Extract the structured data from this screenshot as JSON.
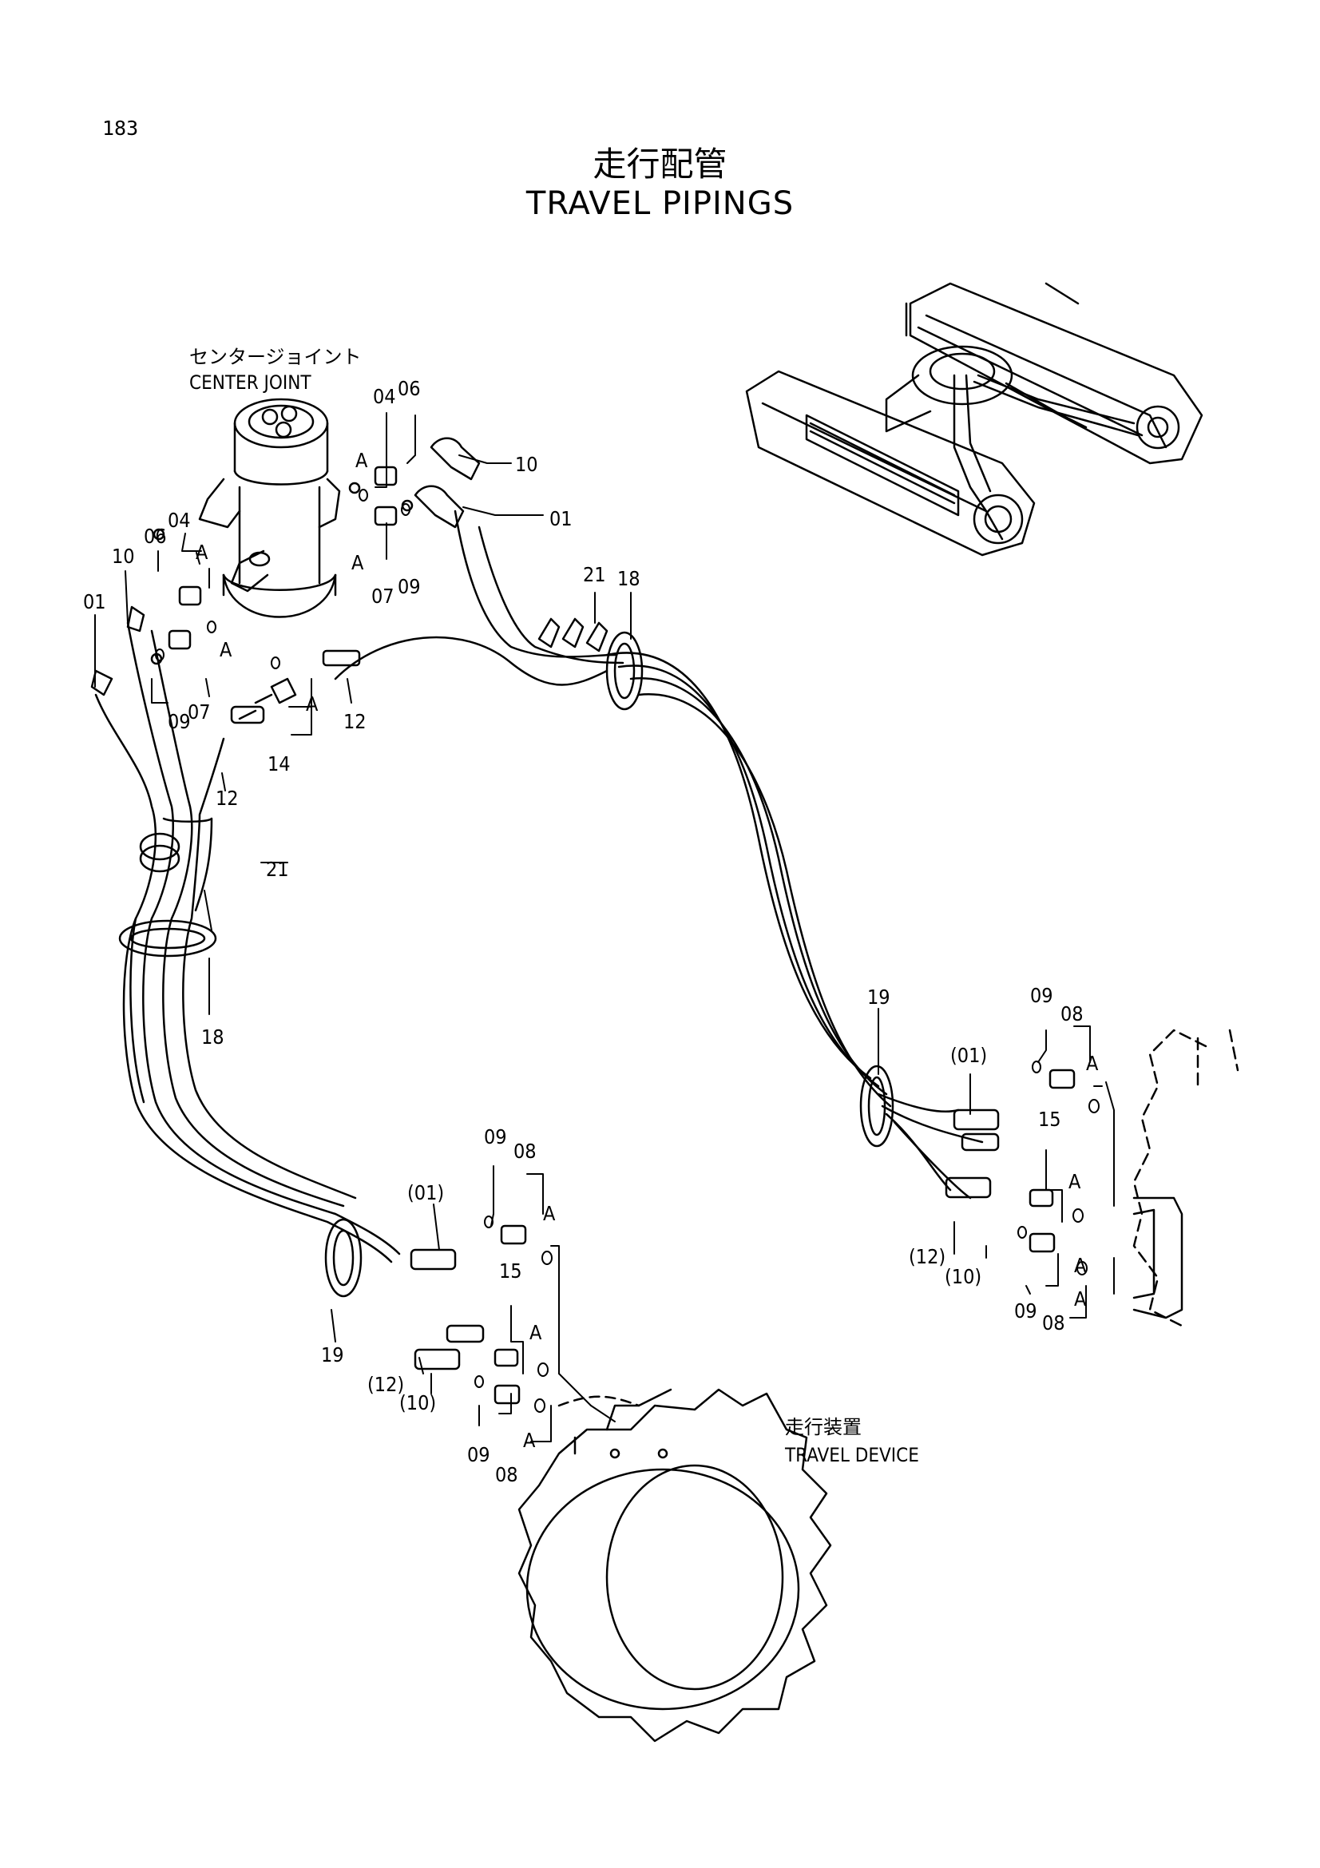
{
  "page_number": "183",
  "title": {
    "japanese": "走行配管",
    "english": "TRAVEL PIPINGS"
  },
  "components": {
    "center_joint": {
      "jp": "センタージョイント",
      "en": "CENTER JOINT"
    },
    "travel_device": {
      "jp": "走行装置",
      "en": "TRAVEL DEVICE"
    }
  },
  "callouts": {
    "c01a": "01",
    "c10a": "10",
    "c06a": "06",
    "c04a": "04",
    "c07a": "07",
    "c09a": "09",
    "c12a": "12",
    "c14": "14",
    "c12b": "12",
    "c21a": "21",
    "c18a": "18",
    "c04b": "04",
    "c06b": "06",
    "c10b": "10",
    "c01b": "01",
    "c07b": "07",
    "c09b": "09",
    "c21b": "21",
    "c18b": "18",
    "c19a": "19",
    "c01p_r": "(01)",
    "c09r1": "09",
    "c08r1": "08",
    "c15r": "15",
    "c12p_r": "(12)",
    "c10p_r": "(10)",
    "c09r2": "09",
    "c08r2": "08",
    "c09l1": "09",
    "c08l1": "08",
    "c01p_l": "(01)",
    "c15l": "15",
    "c19b": "19",
    "c12p_l": "(12)",
    "c10p_l": "(10)",
    "c09l2": "09",
    "c08l2": "08",
    "a1": "A",
    "a2": "A",
    "a3": "A",
    "a4": "A",
    "a5": "A",
    "a6": "A",
    "a7": "A",
    "a8": "A",
    "a9": "A",
    "a10": "A",
    "a11": "A",
    "a12": "A"
  }
}
